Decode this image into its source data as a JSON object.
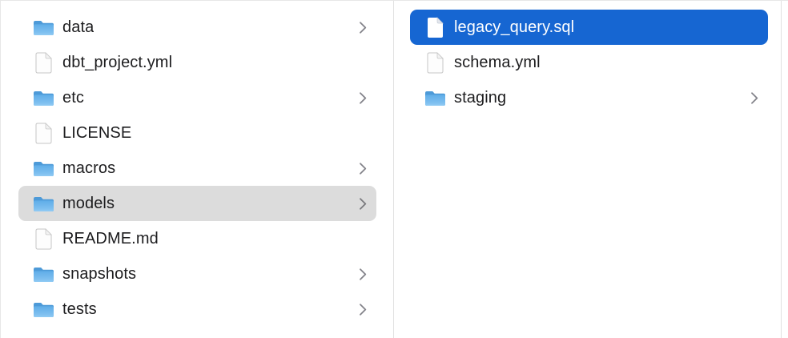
{
  "window": {
    "view": "finder-column-view"
  },
  "colors": {
    "selection_active_blue": "#1666d2",
    "selection_inactive_gray": "#dcdcdc",
    "selected_text": "#ffffff",
    "text": "#1d1d1f",
    "divider": "#e1e1e1",
    "chevron_gray": "#83838a",
    "folder_blue_top": "#4d9ad8",
    "folder_blue_body": "#7fc0f0"
  },
  "columns": [
    {
      "name": "parent-column",
      "items": [
        {
          "label": "data",
          "type": "folder",
          "chevron": true,
          "selected": false
        },
        {
          "label": "dbt_project.yml",
          "type": "file",
          "chevron": false,
          "selected": false
        },
        {
          "label": "etc",
          "type": "folder",
          "chevron": true,
          "selected": false
        },
        {
          "label": "LICENSE",
          "type": "file",
          "chevron": false,
          "selected": false
        },
        {
          "label": "macros",
          "type": "folder",
          "chevron": true,
          "selected": false
        },
        {
          "label": "models",
          "type": "folder",
          "chevron": true,
          "selected": true,
          "selection_style": "inactive-gray"
        },
        {
          "label": "README.md",
          "type": "file",
          "chevron": false,
          "selected": false
        },
        {
          "label": "snapshots",
          "type": "folder",
          "chevron": true,
          "selected": false
        },
        {
          "label": "tests",
          "type": "folder",
          "chevron": true,
          "selected": false
        }
      ]
    },
    {
      "name": "child-column",
      "items": [
        {
          "label": "legacy_query.sql",
          "type": "file",
          "chevron": false,
          "selected": true,
          "selection_style": "active-blue"
        },
        {
          "label": "schema.yml",
          "type": "file",
          "chevron": false,
          "selected": false
        },
        {
          "label": "staging",
          "type": "folder",
          "chevron": true,
          "selected": false
        }
      ]
    }
  ]
}
